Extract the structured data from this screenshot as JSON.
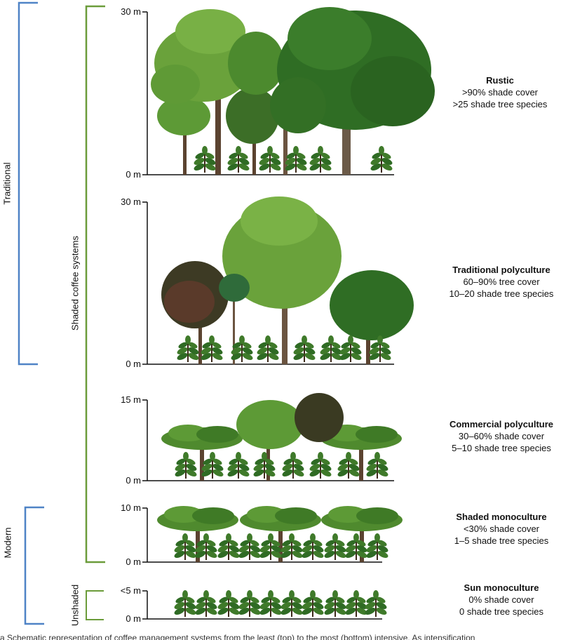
{
  "brackets": {
    "traditional": "Traditional",
    "modern": "Modern",
    "shaded": "Shaded coffee systems",
    "unshaded": "Unshaded"
  },
  "colors": {
    "traditional_bracket": "#4f83c6",
    "shaded_bracket": "#6b9c3a",
    "axis": "#111111",
    "coffee_leaf": "#3f7a2a",
    "tree_canopy": "#4f8a2e"
  },
  "systems": [
    {
      "name": "Rustic",
      "line1": ">90% shade cover",
      "line2": ">25 shade tree species",
      "top_label": "30 m",
      "bottom_label": "0 m"
    },
    {
      "name": "Traditional polyculture",
      "line1": "60–90% tree cover",
      "line2": "10–20 shade tree species",
      "top_label": "30 m",
      "bottom_label": "0 m"
    },
    {
      "name": "Commercial polyculture",
      "line1": "30–60% shade cover",
      "line2": "5–10 shade tree species",
      "top_label": "15 m",
      "bottom_label": "0 m"
    },
    {
      "name": "Shaded monoculture",
      "line1": "<30% shade cover",
      "line2": "1–5 shade tree species",
      "top_label": "10 m",
      "bottom_label": "0 m"
    },
    {
      "name": "Sun monoculture",
      "line1": "0% shade cover",
      "line2": "0 shade tree species",
      "top_label": "<5 m",
      "bottom_label": "0 m"
    }
  ],
  "caption": "a   Schematic representation of coffee management systems from the least (top) to the most (bottom) intensive. As intensification"
}
